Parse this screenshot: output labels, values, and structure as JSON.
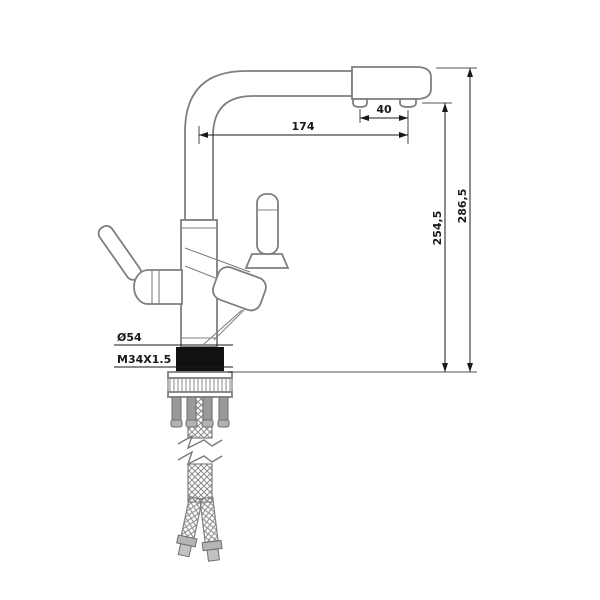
{
  "diagram": {
    "type": "technical-drawing",
    "subject": "kitchen-faucet-with-mounting-hardware",
    "line_color": "#7f7f7f",
    "dim_color": "#1a1a1a",
    "seal_color": "#111111",
    "dimensions": {
      "spout_reach": "174",
      "outlet_spacing": "40",
      "spout_height": "254,5",
      "total_height": "286,5",
      "base_diameter": "Ø54",
      "thread_size": "M34X1.5"
    }
  }
}
